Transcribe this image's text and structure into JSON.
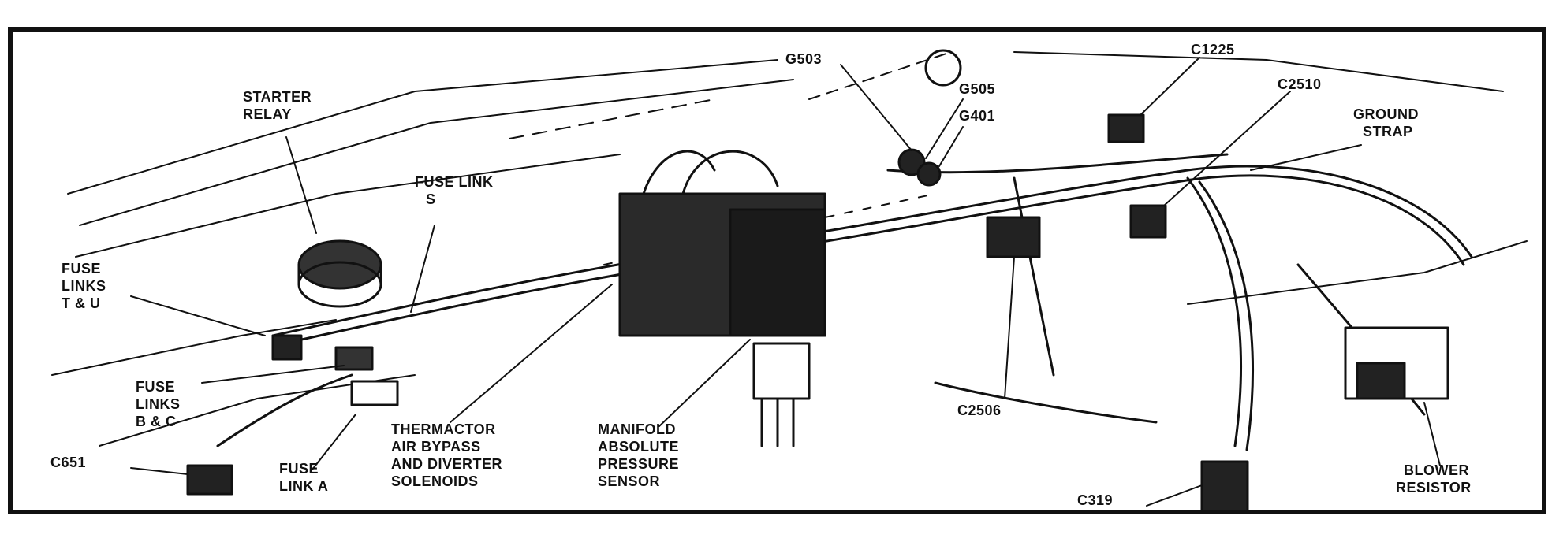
{
  "labels": {
    "starter_relay": [
      "STARTER",
      "RELAY"
    ],
    "fuse_link_s": [
      "FUSE LINK",
      "S"
    ],
    "fuse_links_tu": [
      "FUSE",
      "LINKS",
      "T & U"
    ],
    "fuse_links_bc": [
      "FUSE",
      "LINKS",
      "B & C"
    ],
    "c651": "C651",
    "fuse_link_a": [
      "FUSE",
      "LINK A"
    ],
    "thermactor": [
      "THERMACTOR",
      "AIR BYPASS",
      "AND DIVERTER",
      "SOLENOIDS"
    ],
    "manifold": [
      "MANIFOLD",
      "ABSOLUTE",
      "PRESSURE",
      "SENSOR"
    ],
    "g503": "G503",
    "g505": "G505",
    "g401": "G401",
    "c1225": "C1225",
    "c2510": "C2510",
    "ground_strap": [
      "GROUND",
      "STRAP"
    ],
    "c2506": "C2506",
    "c319": "C319",
    "blower_resistor": [
      "BLOWER",
      "RESISTOR"
    ]
  },
  "colors": {
    "ink": "#111111",
    "paper": "#ffffff"
  }
}
